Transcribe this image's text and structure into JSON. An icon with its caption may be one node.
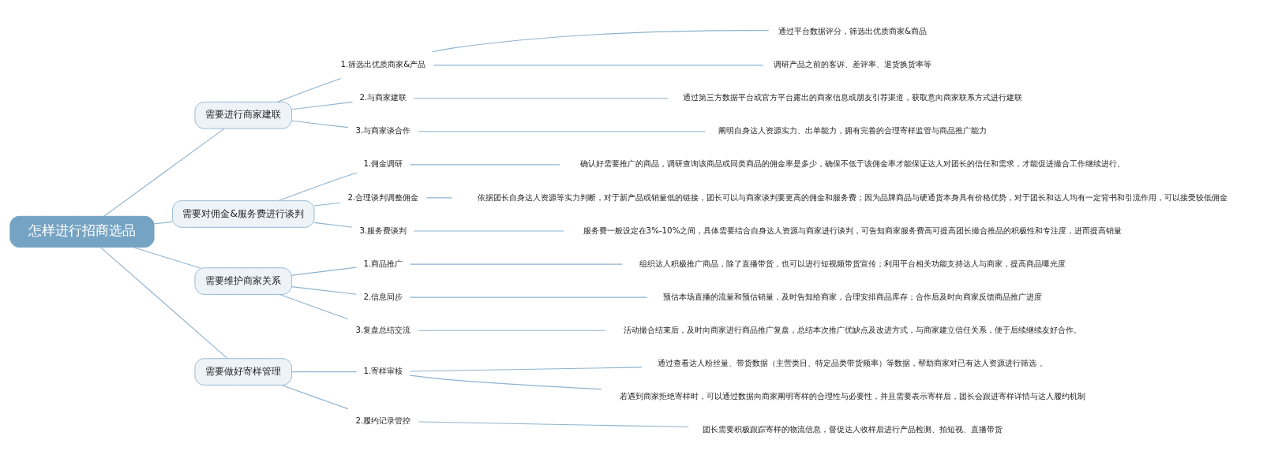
{
  "diagram": {
    "nodes": [
      {
        "text": [
          "怎样进行招商选品"
        ]
      },
      {
        "text": [
          "需要进行商家建联"
        ]
      },
      {
        "text": [
          "1.筛选出优质商家&产品"
        ]
      },
      {
        "text": [
          "通过平台数据评分，筛选出优质商家&商品"
        ]
      },
      {
        "text": [
          "调研产品之前的客诉、差评率、退货换货率等"
        ]
      },
      {
        "text": [
          "2.与商家建联"
        ]
      },
      {
        "text": [
          "通过第三方数据平台或官方平台露出的商家信息或朋友引荐渠道，获取意向商家联系方式进行建联"
        ]
      },
      {
        "text": [
          "3.与商家谈合作"
        ]
      },
      {
        "text": [
          "阐明自身达人资源实力、出单能力，拥有完善的合理寄样监管与商品推广能力"
        ]
      },
      {
        "text": [
          "需要对佣金&服务费进行谈判"
        ]
      },
      {
        "text": [
          "1.佣金调研"
        ]
      },
      {
        "text": [
          "确认好需要推广的商品，调研查询该商品或同类商品的佣金率是多少，确保不低于该佣金率才能保证达人对团长的信任和需求，才能促进撮合工作继续进行。"
        ]
      },
      {
        "text": [
          "2.合理谈判调整佣金"
        ]
      },
      {
        "text": [
          "依据团长自身达人资源等实力判断，对于新产品或销量低的链接，团长可以与商家谈判要更高的佣金和服务费；因为品牌商品与硬通货本身具有价格优势，对于团长和达人均有一定背书和引流作用，可以接受较低佣金"
        ]
      },
      {
        "text": [
          "3.服务费谈判"
        ]
      },
      {
        "text": [
          "服务费一般设定在3%-10%之间，具体需要结合自身达人资源与商家进行谈判，可告知商家服务费高可提高团长撮合推品的积极性和专注度，进而提高销量"
        ]
      },
      {
        "text": [
          "需要维护商家关系"
        ]
      },
      {
        "text": [
          "1.商品推广"
        ]
      },
      {
        "text": [
          "组织达人积极推广商品，除了直播带货，也可以进行短视频带货宣传；利用平台相关功能支持达人与商家，提高商品曝光度"
        ]
      },
      {
        "text": [
          "2.信息同步"
        ]
      },
      {
        "text": [
          "预估本场直播的流量和预估销量，及时告知给商家，合理安排商品库存；合作后及时向商家反馈商品推广进度"
        ]
      },
      {
        "text": [
          "3.复盘总结交流"
        ]
      },
      {
        "text": [
          "活动撮合结束后，及时向商家进行商品推广复盘，总结本次推广优缺点及改进方式，与商家建立信任关系，便于后续继续友好合作。"
        ]
      },
      {
        "text": [
          "需要做好寄样管理"
        ]
      },
      {
        "text": [
          "1.寄样审核"
        ]
      },
      {
        "text": [
          "通过查看达人粉丝量、带货数据（主营类目、特定品类带货频率）等数据，帮助商家对已有达人资源进行筛选 。"
        ]
      },
      {
        "text": [
          "若遇到商家拒绝寄样时，可以通过数据向商家阐明寄样的合理性与必要性，并且需要表示寄样后，团长会跟进寄样详情与达人履约机制"
        ]
      },
      {
        "text": [
          "2.履约记录管控"
        ]
      },
      {
        "text": [
          "团长需要积极跟踪寄样的物流信息，督促达人收样后进行产品检测、拍短视、直播带货"
        ]
      }
    ],
    "edges": [
      {
        "from": 0,
        "to": 1,
        "arrow": "none"
      },
      {
        "from": 1,
        "to": 2,
        "arrow": "none"
      },
      {
        "from": 2,
        "to": 3,
        "arrow": "none"
      },
      {
        "from": 2,
        "to": 4,
        "arrow": "none"
      },
      {
        "from": 1,
        "to": 5,
        "arrow": "none"
      },
      {
        "from": 5,
        "to": 6,
        "arrow": "none"
      },
      {
        "from": 1,
        "to": 7,
        "arrow": "none"
      },
      {
        "from": 7,
        "to": 8,
        "arrow": "none"
      },
      {
        "from": 0,
        "to": 9,
        "arrow": "none"
      },
      {
        "from": 9,
        "to": 10,
        "arrow": "none"
      },
      {
        "from": 10,
        "to": 11,
        "arrow": "none"
      },
      {
        "from": 9,
        "to": 12,
        "arrow": "none"
      },
      {
        "from": 12,
        "to": 13,
        "arrow": "none"
      },
      {
        "from": 9,
        "to": 14,
        "arrow": "none"
      },
      {
        "from": 14,
        "to": 15,
        "arrow": "none"
      },
      {
        "from": 0,
        "to": 16,
        "arrow": "none"
      },
      {
        "from": 16,
        "to": 17,
        "arrow": "none"
      },
      {
        "from": 17,
        "to": 18,
        "arrow": "none"
      },
      {
        "from": 16,
        "to": 19,
        "arrow": "none"
      },
      {
        "from": 19,
        "to": 20,
        "arrow": "none"
      },
      {
        "from": 16,
        "to": 21,
        "arrow": "none"
      },
      {
        "from": 21,
        "to": 22,
        "arrow": "none"
      },
      {
        "from": 0,
        "to": 23,
        "arrow": "none"
      },
      {
        "from": 23,
        "to": 24,
        "arrow": "none"
      },
      {
        "from": 24,
        "to": 25,
        "arrow": "none"
      },
      {
        "from": 24,
        "to": 26,
        "arrow": "none"
      },
      {
        "from": 23,
        "to": 27,
        "arrow": "none"
      },
      {
        "from": 27,
        "to": 28,
        "arrow": "none"
      }
    ]
  }
}
